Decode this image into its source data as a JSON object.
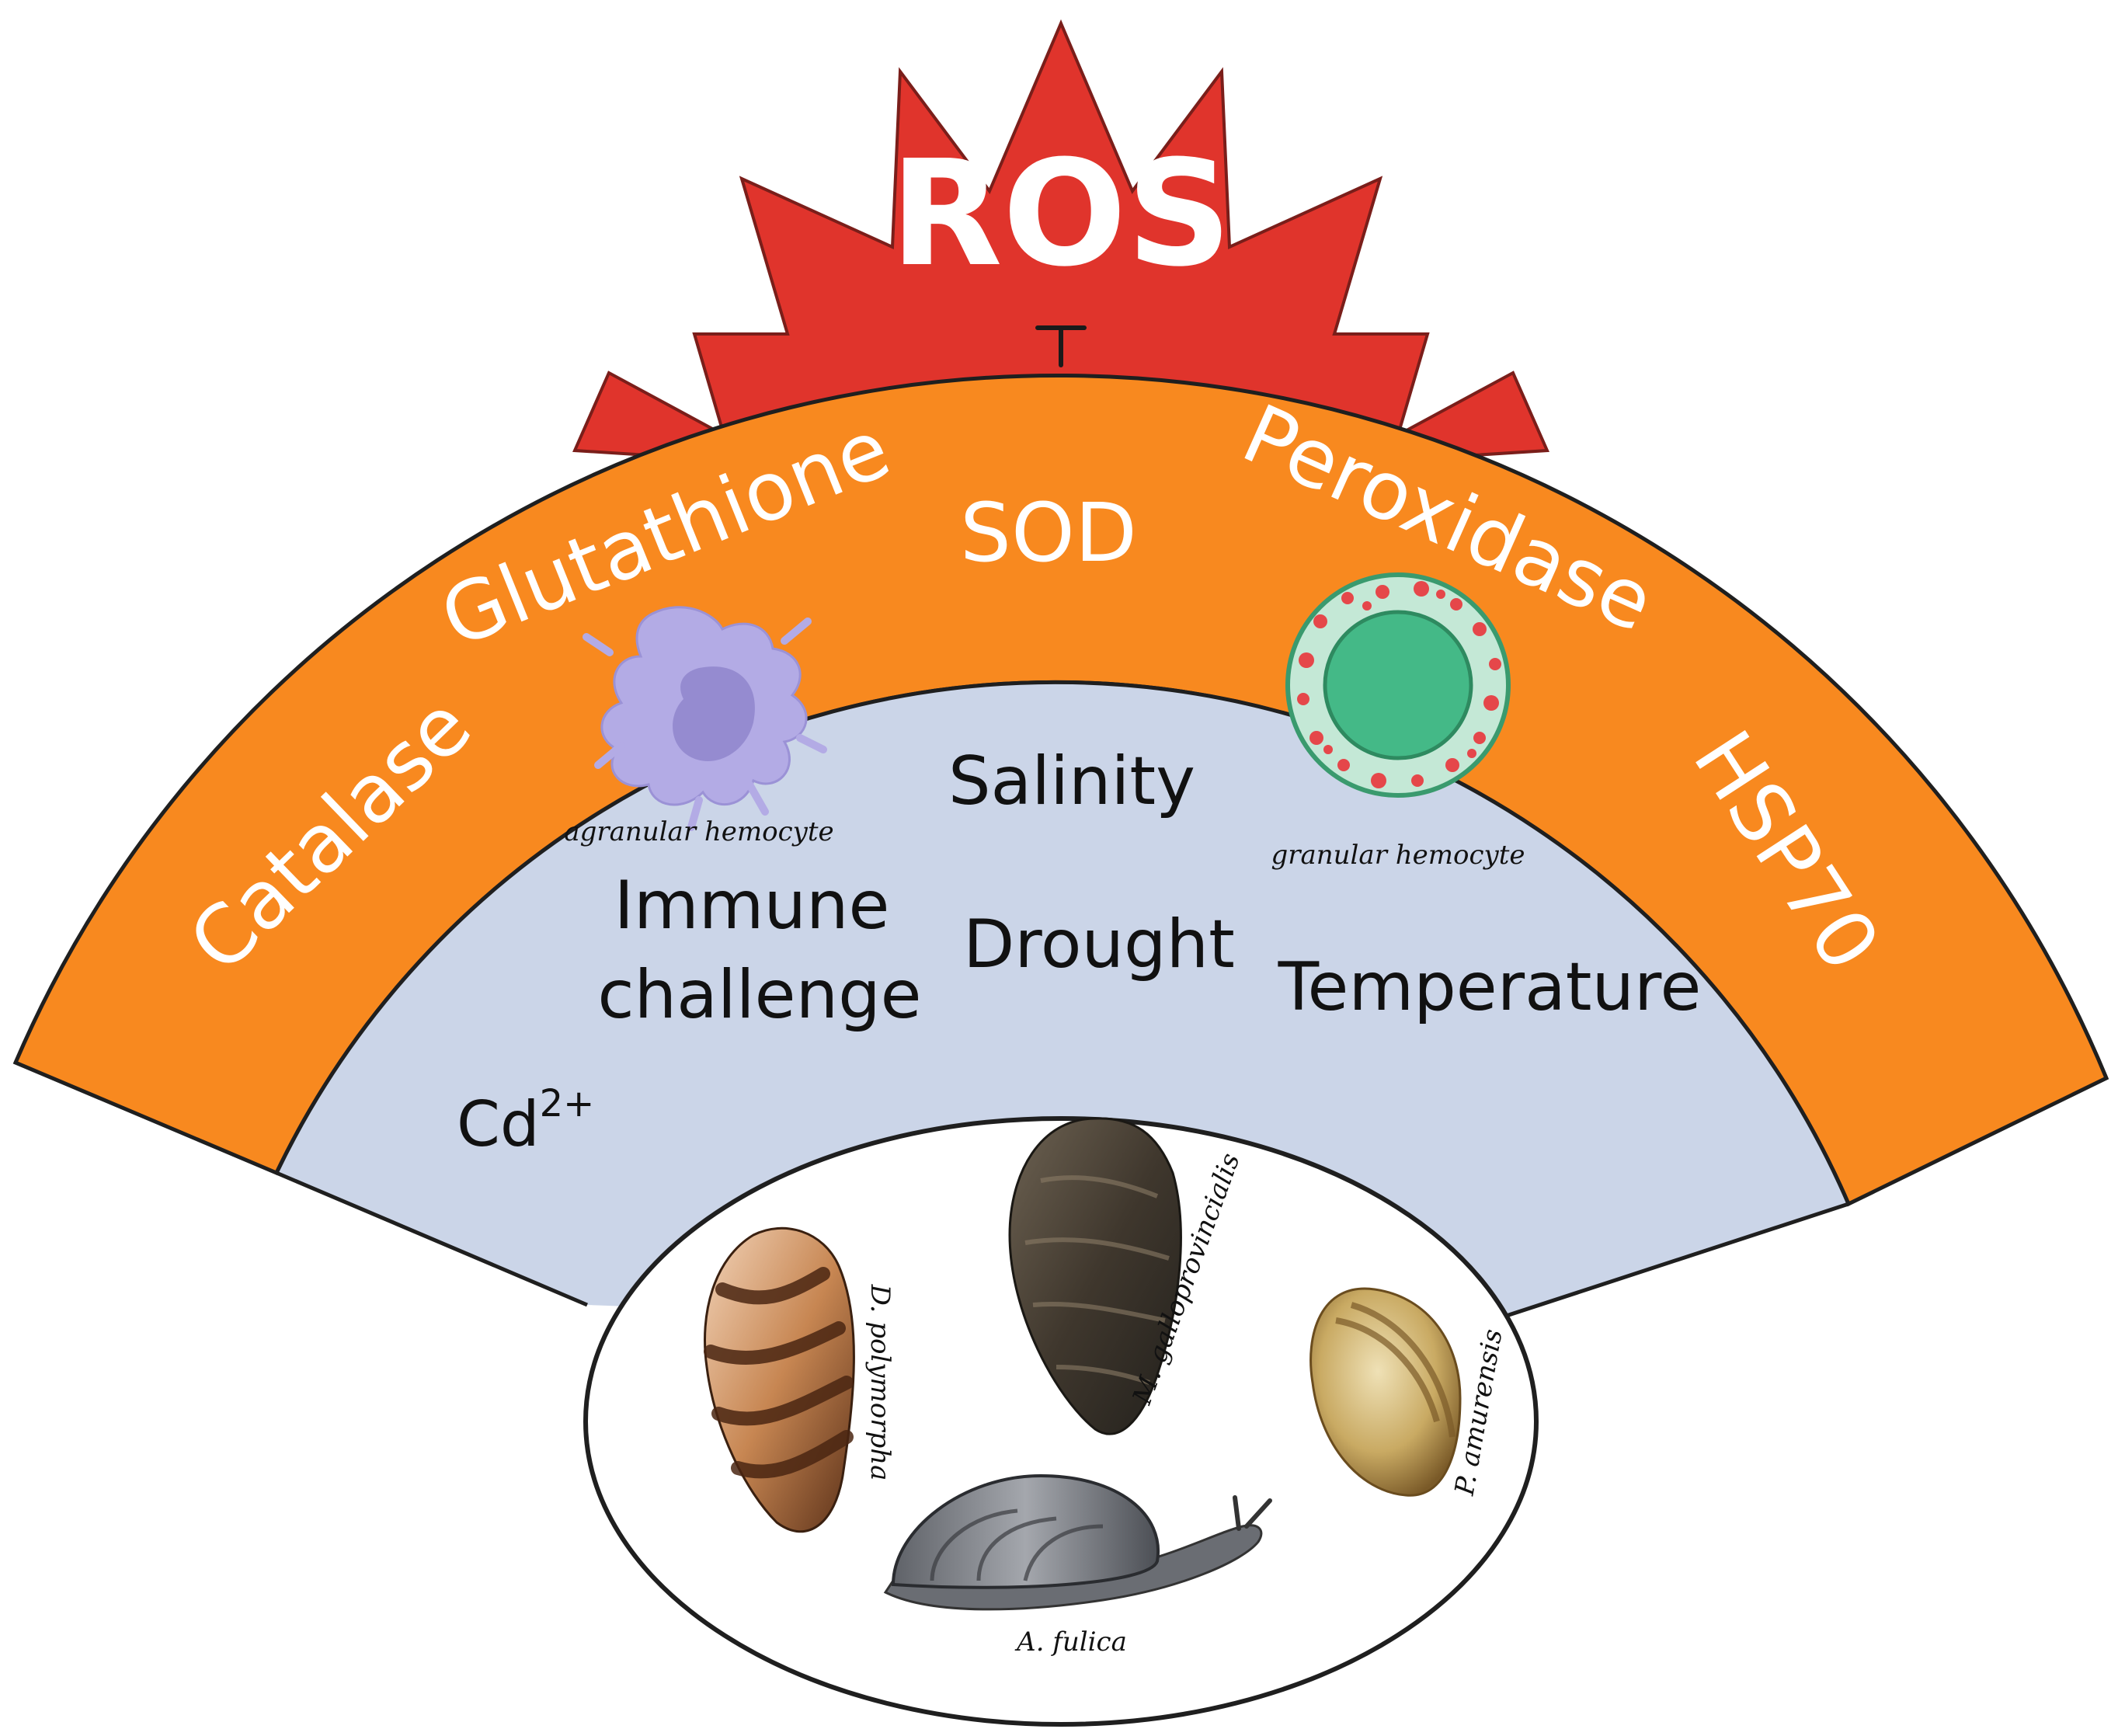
{
  "threat": {
    "label": "ROS"
  },
  "defenses": {
    "catalase": "Catalase",
    "glutathione": "Glutathione",
    "sod": "SOD",
    "peroxidase": "Peroxidase",
    "hsp70": "HSP70"
  },
  "cells": {
    "agranular": "agranular hemocyte",
    "granular": "granular hemocyte"
  },
  "stressors": {
    "salinity": "Salinity",
    "immune_line1": "Immune",
    "immune_line2": "challenge",
    "drought": "Drought",
    "temperature": "Temperature",
    "cadmium": "Cd",
    "cadmium_charge": "2+"
  },
  "species": {
    "d_polymorpha": "D. polymorpha",
    "m_galloprovincialis": "M. galloprovincialis",
    "p_amurensis": "P. amurensis",
    "a_fulica": "A. fulica"
  },
  "colors": {
    "ros_red": "#e0342c",
    "defense_orange": "#f8891f",
    "stress_blue": "#cbd5e8",
    "agranular_purple": "#b3abe5",
    "granular_green": "#44b987"
  }
}
